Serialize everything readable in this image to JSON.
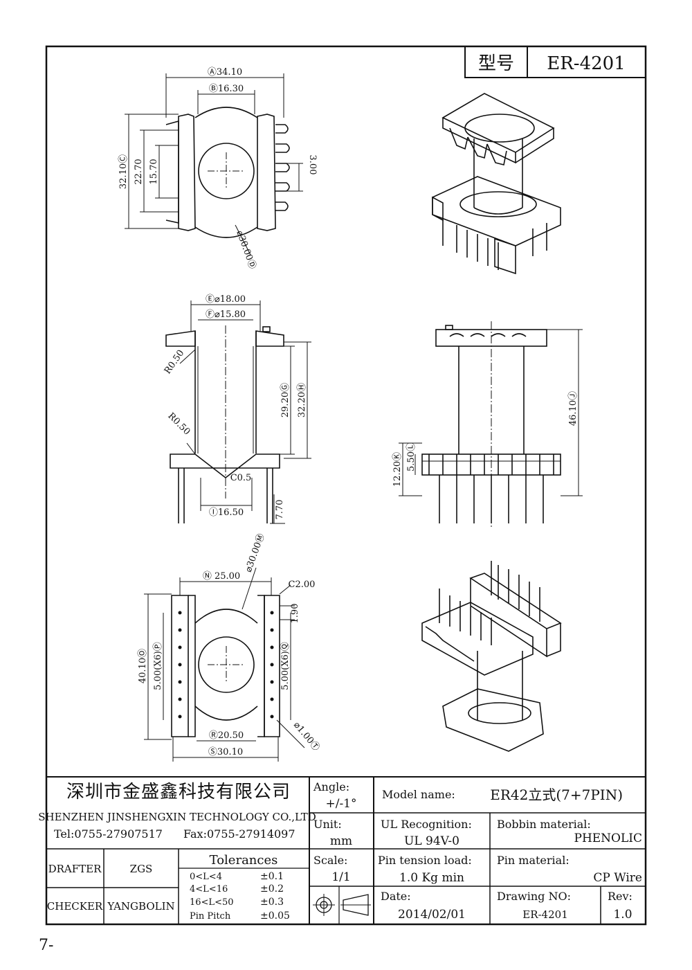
{
  "model_box": {
    "label": "型号",
    "value": "ER-4201"
  },
  "top_view": {
    "dims": [
      "Ⓐ34.10",
      "Ⓑ16.30",
      "32.10Ⓒ",
      "22.70",
      "15.70",
      "3.00",
      "⌀30.00Ⓓ"
    ]
  },
  "side_view": {
    "dims": [
      "Ⓔ⌀18.00",
      "Ⓕ⌀15.80",
      "R0.50",
      "R0.50",
      "29.20Ⓖ",
      "32.20Ⓗ",
      "C0.5",
      "Ⓘ16.50",
      "7.70"
    ]
  },
  "front_view": {
    "dims": [
      "46.10Ⓙ",
      "12.20Ⓚ",
      "5.50Ⓛ"
    ]
  },
  "bottom_view": {
    "dims": [
      "Ⓝ 25.00",
      "⌀30.00Ⓜ",
      "C2.00",
      "1.90",
      "40.10Ⓞ",
      "5.00(X6)Ⓟ",
      "5.00(X6)Ⓠ",
      "Ⓡ20.50",
      "Ⓢ30.10",
      "⌀1.00Ⓣ"
    ]
  },
  "title_block": {
    "company_cn": "深圳市金盛鑫科技有限公司",
    "company_en": "SHENZHEN JINSHENGXIN TECHNOLOGY CO.,LTD",
    "tel": "Tel:0755-27907517",
    "fax": "Fax:0755-27914097",
    "angle_label": "Angle:",
    "angle_value": "+/-1°",
    "unit_label": "Unit:",
    "unit_value": "mm",
    "scale_label": "Scale:",
    "scale_value": "1/1",
    "model_name_label": "Model name:",
    "model_name_value": "ER42立式(7+7PIN)",
    "ul_label": "UL Recognition:",
    "ul_value": "UL 94V-0",
    "bobbin_label": "Bobbin material:",
    "bobbin_value": "PHENOLIC",
    "pin_tension_label": "Pin tension load:",
    "pin_tension_value": "1.0 Kg min",
    "pin_material_label": "Pin material:",
    "pin_material_value": "CP Wire",
    "drafter_label": "DRAFTER",
    "drafter_value": "ZGS",
    "checker_label": "CHECKER",
    "checker_value": "YANGBOLIN",
    "tolerances_title": "Tolerances",
    "tolerances": [
      {
        "range": "0<L<4",
        "tol": "±0.1"
      },
      {
        "range": "4<L<16",
        "tol": "±0.2"
      },
      {
        "range": "16<L<50",
        "tol": "±0.3"
      },
      {
        "range": "Pin Pitch",
        "tol": "±0.05"
      }
    ],
    "date_label": "Date:",
    "date_value": "2014/02/01",
    "drawing_no_label": "Drawing NO:",
    "drawing_no_value": "ER-4201",
    "rev_label": "Rev:",
    "rev_value": "1.0"
  },
  "page_number": "7-"
}
